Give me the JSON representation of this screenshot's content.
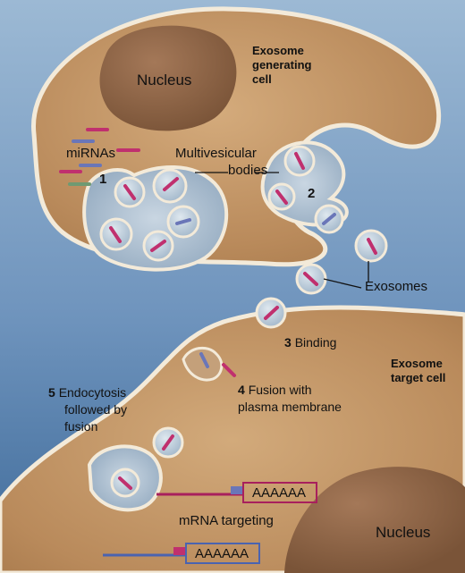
{
  "labels": {
    "nucleus_top": "Nucleus",
    "generating_cell_line1": "Exosome",
    "generating_cell_line2": "generating",
    "generating_cell_line3": "cell",
    "mirnas": "miRNAs",
    "mvb_line1": "Multivesicular",
    "mvb_line2": "bodies",
    "step1": "1",
    "step2": "2",
    "exosomes": "Exosomes",
    "step3_num": "3",
    "step3_text": "Binding",
    "target_cell_line1": "Exosome",
    "target_cell_line2": "target cell",
    "step4_num": "4",
    "step4_line1": "Fusion with",
    "step4_line2": "plasma membrane",
    "step5_num": "5",
    "step5_line1": "Endocytosis",
    "step5_line2": "followed by",
    "step5_line3": "fusion",
    "mrna_targeting": "mRNA targeting",
    "polya_1": "AAAAAA",
    "polya_2": "AAAAAA",
    "nucleus_bottom": "Nucleus"
  },
  "colors": {
    "background_top": "#8fb0cf",
    "background_bottom": "#3f6d9c",
    "cytoplasm": "#b8895a",
    "cytoplasm_light": "#cfa577",
    "membrane": "#f3ead9",
    "vesicle_fill": "#b7c7d6",
    "nucleus": "#8c6448",
    "mirna_magenta": "#c0306e",
    "mirna_blue": "#6a76b8",
    "mirna_green": "#6f9a72",
    "mrna_magenta": "#a8205d",
    "mrna_blue": "#4a63b0"
  }
}
